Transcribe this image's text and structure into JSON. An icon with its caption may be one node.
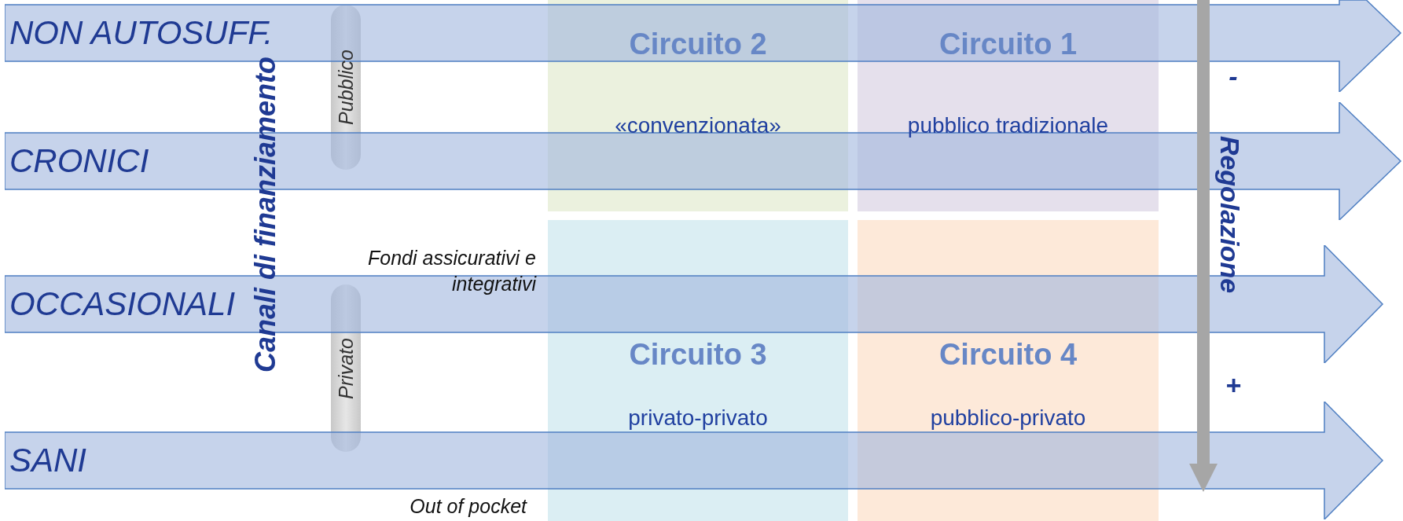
{
  "diagram": {
    "nodes": [
      {
        "text": [
          "NON AUTOSUFF."
        ]
      },
      {
        "text": [
          "Pubblico"
        ]
      },
      {
        "text": [
          "Circuito 2",
          "«convenzionata»"
        ]
      },
      {
        "text": [
          "Circuito 1",
          "pubblico tradizionale"
        ]
      },
      {
        "text": [
          "CRONICI"
        ]
      },
      {
        "text": [
          "OCCASIONALI"
        ]
      },
      {
        "text": [
          "Privato"
        ]
      },
      {
        "text": [
          "Circuito 3",
          "privato-privato"
        ]
      },
      {
        "text": [
          "Circuito 4",
          "pubblico-privato"
        ]
      },
      {
        "text": [
          "SANI"
        ]
      }
    ],
    "labels": [
      "Canali di finanziamento",
      "-",
      "Regolazione",
      "Fondi assicurativi e integrativi",
      "+",
      "Out of pocket"
    ]
  }
}
